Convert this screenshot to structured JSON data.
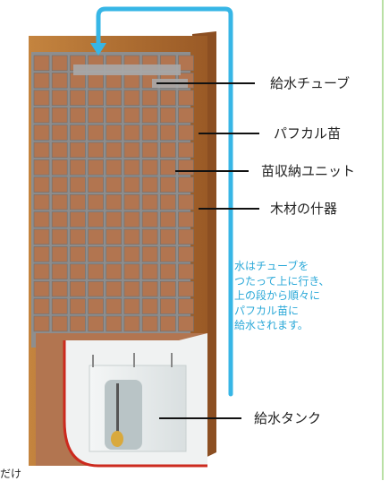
{
  "labels": {
    "water_tube": "給水チューブ",
    "pafukaru_seedling": "パフカル苗",
    "seedling_unit": "苗収納ユニット",
    "wooden_fixture": "木材の什器",
    "water_tank": "給水タンク"
  },
  "note": "水はチューブを\nつたって上に行き、\n上の段から順々に\nパフカル苗に\n給水されます。",
  "cut_text": "だけ",
  "colors": {
    "water_blue": "#37b6e6",
    "wood": "#b06d32",
    "grid": "#9a9a9a",
    "soil": "#b27550",
    "tank_outline": "#cc2a1e",
    "side_rule": "#b9e0a5"
  },
  "icons": [
    "water-flow-arrow-icon"
  ]
}
